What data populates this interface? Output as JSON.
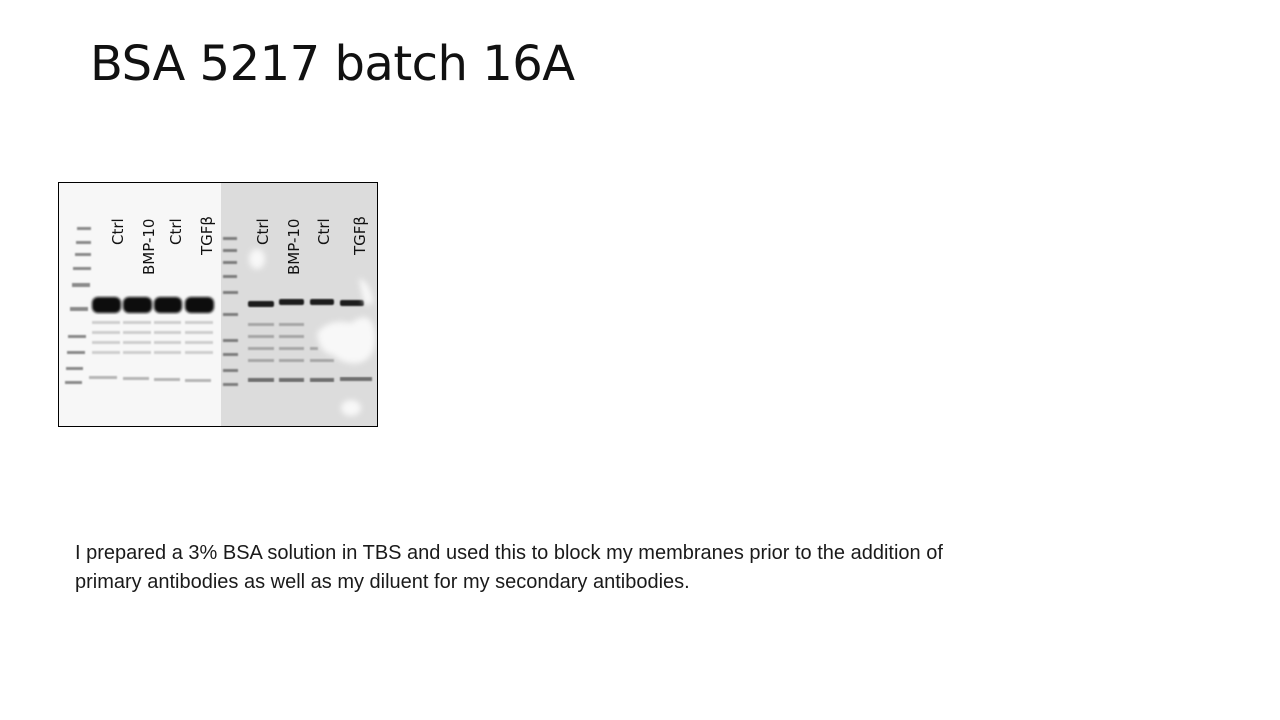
{
  "slide": {
    "title": "BSA 5217 batch 16A",
    "body_lines": [
      "I prepared a 3% BSA solution in TBS and used this to block my membranes prior to the addition of",
      "primary antibodies as well as my diluent for my secondary antibodies."
    ]
  },
  "blot": {
    "left_lanes": [
      "Ctrl",
      "BMP-10",
      "Ctrl",
      "TGFβ"
    ],
    "right_lanes": [
      "Ctrl",
      "BMP-10",
      "Ctrl",
      "TGFβ"
    ]
  }
}
